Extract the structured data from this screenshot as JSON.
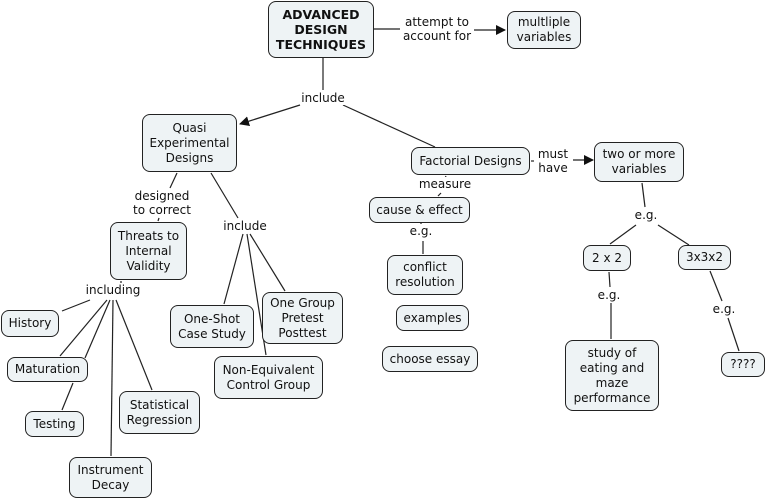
{
  "title": "ADVANCED\nDESIGN\nTECHNIQUES",
  "colors": {
    "node_fill": "#eef3f5",
    "node_border": "#222222",
    "line": "#222222",
    "background": "#ffffff"
  },
  "nodes": {
    "root": "ADVANCED\nDESIGN\nTECHNIQUES",
    "multiple_variables": "multliple\nvariables",
    "quasi": "Quasi\nExperimental\nDesigns",
    "threats": "Threats to\nInternal\nValidity",
    "factorial": "Factorial Designs",
    "two_or_more": "two or more\nvariables",
    "cause_effect": "cause & effect",
    "conflict": "conflict\nresolution",
    "examples": "examples",
    "choose_essay": "choose essay",
    "two_by_two": "2 x 2",
    "three_three_two": "3x3x2",
    "study": "study of\neating and\nmaze\nperformance",
    "unknown": "????",
    "history": "History",
    "maturation": "Maturation",
    "testing": "Testing",
    "stat_regression": "Statistical\nRegression",
    "instrument_decay": "Instrument\nDecay",
    "one_shot": "One-Shot\nCase Study",
    "one_group": "One Group\nPretest\nPosttest",
    "non_equivalent": "Non-Equivalent\nControl Group"
  },
  "links": {
    "attempt": "attempt to\naccount for",
    "include_top": "include",
    "designed": "designed\nto correct",
    "include_quasi": "include",
    "including": "including",
    "measure": "measure",
    "must_have": "must\nhave",
    "eg_cause": "e.g.",
    "eg_two": "e.g.",
    "eg_2x2": "e.g.",
    "eg_332": "e.g."
  }
}
